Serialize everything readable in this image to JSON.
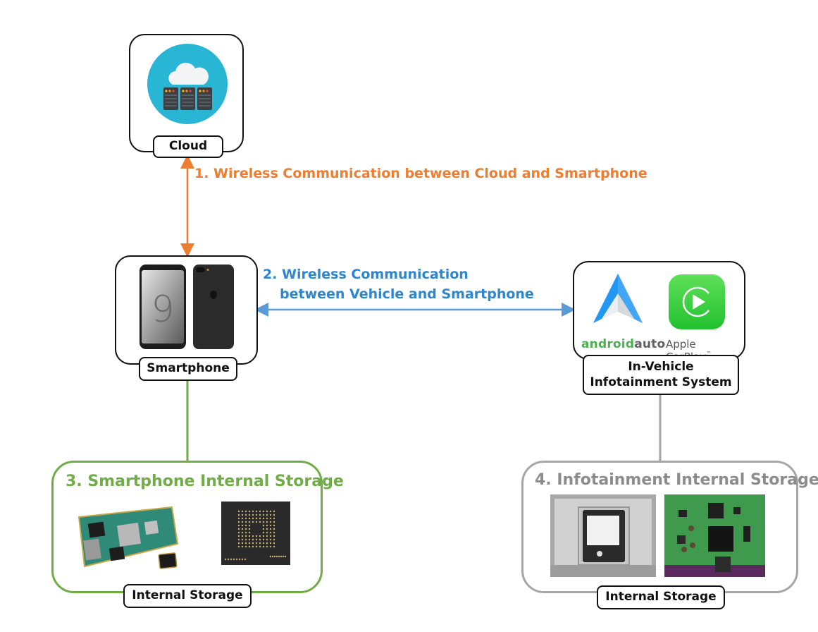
{
  "nodes": {
    "cloud": {
      "label": "Cloud",
      "icon": "cloud-server-icon"
    },
    "smartphone": {
      "label": "Smartphone",
      "icons": [
        "galaxy-s9-phone-icon",
        "iphone-icon"
      ]
    },
    "infotainment": {
      "label_line1": "In-Vehicle",
      "label_line2": "Infotainment System",
      "logos": {
        "android_auto_part1": "android",
        "android_auto_part2": "auto",
        "carplay": "Apple CarPlay",
        "carplay_tm": "™"
      }
    }
  },
  "connections": [
    {
      "id": "cloud-smartphone",
      "label": "1. Wireless Communication between Cloud and Smartphone",
      "color": "#ED7D31",
      "style": "double-arrow"
    },
    {
      "id": "vehicle-smartphone",
      "label_line1": "2. Wireless Communication",
      "label_line2": "between Vehicle and Smartphone",
      "color": "#2E86D0",
      "style": "double-arrow"
    },
    {
      "id": "smartphone-storage",
      "color": "#70AD47",
      "style": "line"
    },
    {
      "id": "infotainment-storage",
      "color": "#A6A6A6",
      "style": "line"
    }
  ],
  "storage": {
    "smartphone": {
      "title": "3. Smartphone Internal Storage",
      "label": "Internal Storage",
      "color": "#70AD47",
      "images": [
        "phone-mainboard-image",
        "emmc-chip-image",
        "bga-chip-image"
      ]
    },
    "infotainment": {
      "title": "4. Infotainment Internal Storage",
      "label": "Internal Storage",
      "color": "#A6A6A6",
      "images": [
        "hard-disk-drive-image",
        "infotainment-board-image"
      ]
    }
  }
}
